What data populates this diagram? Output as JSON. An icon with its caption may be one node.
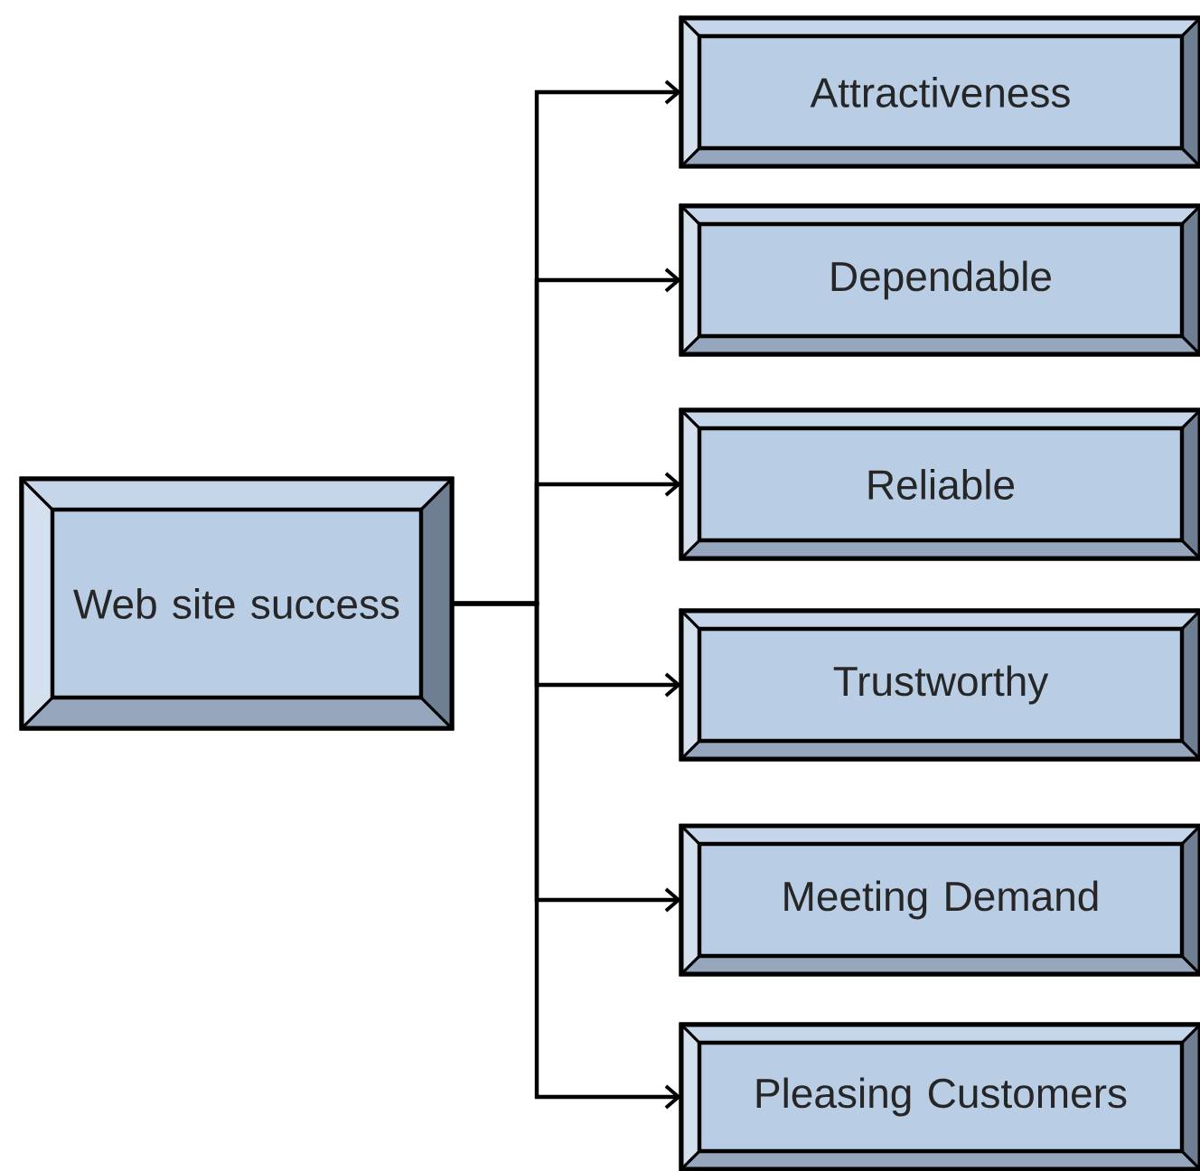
{
  "diagram": {
    "nodes": [
      {
        "text": [
          "Web site success"
        ]
      },
      {
        "text": [
          "Attractiveness"
        ]
      },
      {
        "text": [
          "Dependable"
        ]
      },
      {
        "text": [
          "Reliable"
        ]
      },
      {
        "text": [
          "Trustworthy"
        ]
      },
      {
        "text": [
          "Meeting Demand"
        ]
      },
      {
        "text": [
          "Pleasing Customers"
        ]
      }
    ],
    "edges": [
      {
        "from": 0,
        "to": 1,
        "arrow": "to"
      },
      {
        "from": 0,
        "to": 2,
        "arrow": "to"
      },
      {
        "from": 0,
        "to": 3,
        "arrow": "to"
      },
      {
        "from": 0,
        "to": 4,
        "arrow": "to"
      },
      {
        "from": 0,
        "to": 5,
        "arrow": "to"
      },
      {
        "from": 0,
        "to": 6,
        "arrow": "to"
      }
    ]
  }
}
